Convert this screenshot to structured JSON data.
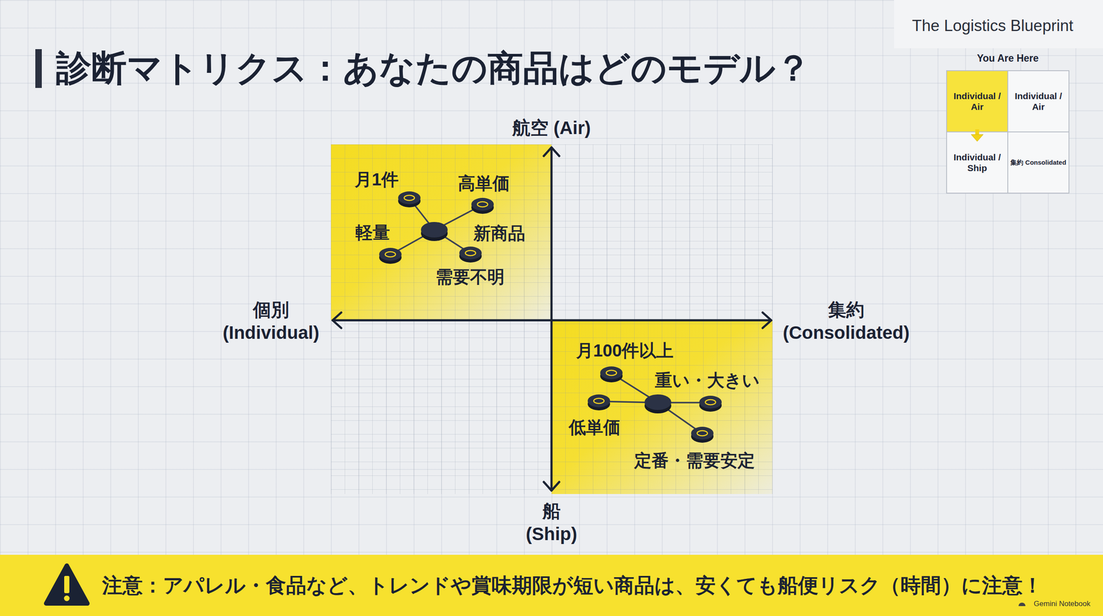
{
  "diagram": {
    "title": "診断マトリクス：あなたの商品はどのモデル？",
    "nodes": [
      {
        "text": [
          "You Are Here"
        ]
      },
      {
        "text": [
          "Individual / Air"
        ],
        "in": 0
      },
      {
        "text": [
          "Individual / Air"
        ],
        "in": 0
      },
      {
        "text": [
          "Individual / Ship"
        ],
        "in": 0
      },
      {
        "text": [
          "集約 Consolidated"
        ],
        "in": 0
      },
      {
        "text": [
          "注意：アパレル・食品など、トレンドや賞味期限が短い商品は、安くても船便リスク（時間）に注意！"
        ]
      }
    ],
    "edges": [
      {
        "from": 1,
        "to": 3,
        "arrow": "to"
      }
    ],
    "labels": [
      "The Logistics Blueprint",
      "航空 (Air)",
      "個別 (Individual)",
      "集約 (Consolidated)",
      "船 (Ship)",
      "月1件",
      "高単価",
      "軽量",
      "新商品",
      "需要不明",
      "月100件以上",
      "重い・大きい",
      "低単価",
      "定番・需要安定",
      "Gemini Notebook"
    ]
  }
}
